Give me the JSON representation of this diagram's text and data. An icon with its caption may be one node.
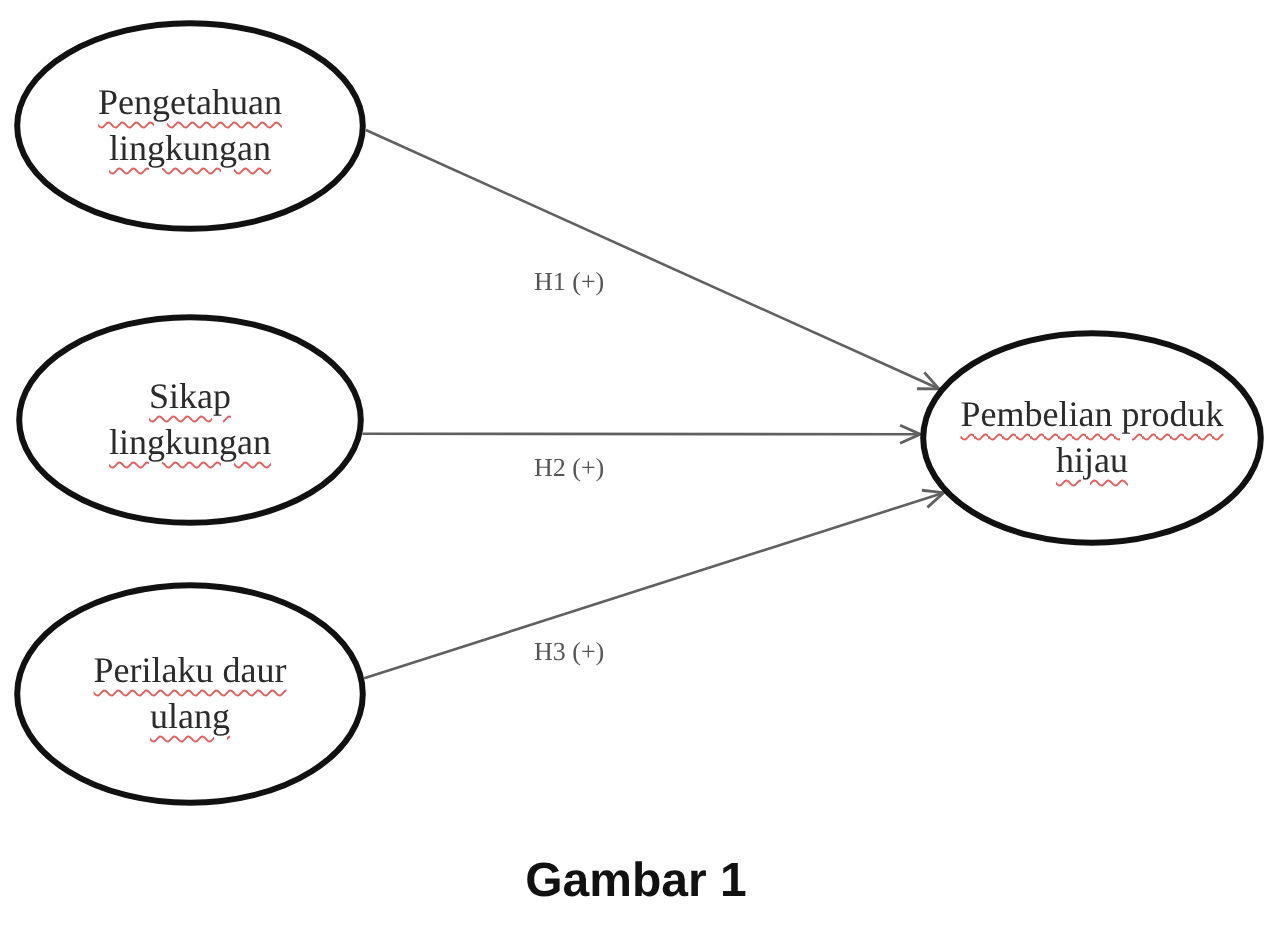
{
  "diagram": {
    "caption": "Gambar 1",
    "nodes": [
      {
        "text": [
          "Pengetahuan lingkungan"
        ]
      },
      {
        "text": [
          "Sikap lingkungan"
        ]
      },
      {
        "text": [
          "Perilaku daur ulang"
        ]
      },
      {
        "text": [
          "Pembelian produk hijau"
        ]
      }
    ],
    "edges": [
      {
        "from": 0,
        "to": 3,
        "arrow": "to",
        "label": "H1 (+)"
      },
      {
        "from": 1,
        "to": 3,
        "arrow": "to",
        "label": "H2 (+)"
      },
      {
        "from": 2,
        "to": 3,
        "arrow": "to",
        "label": "H3 (+)"
      }
    ]
  }
}
